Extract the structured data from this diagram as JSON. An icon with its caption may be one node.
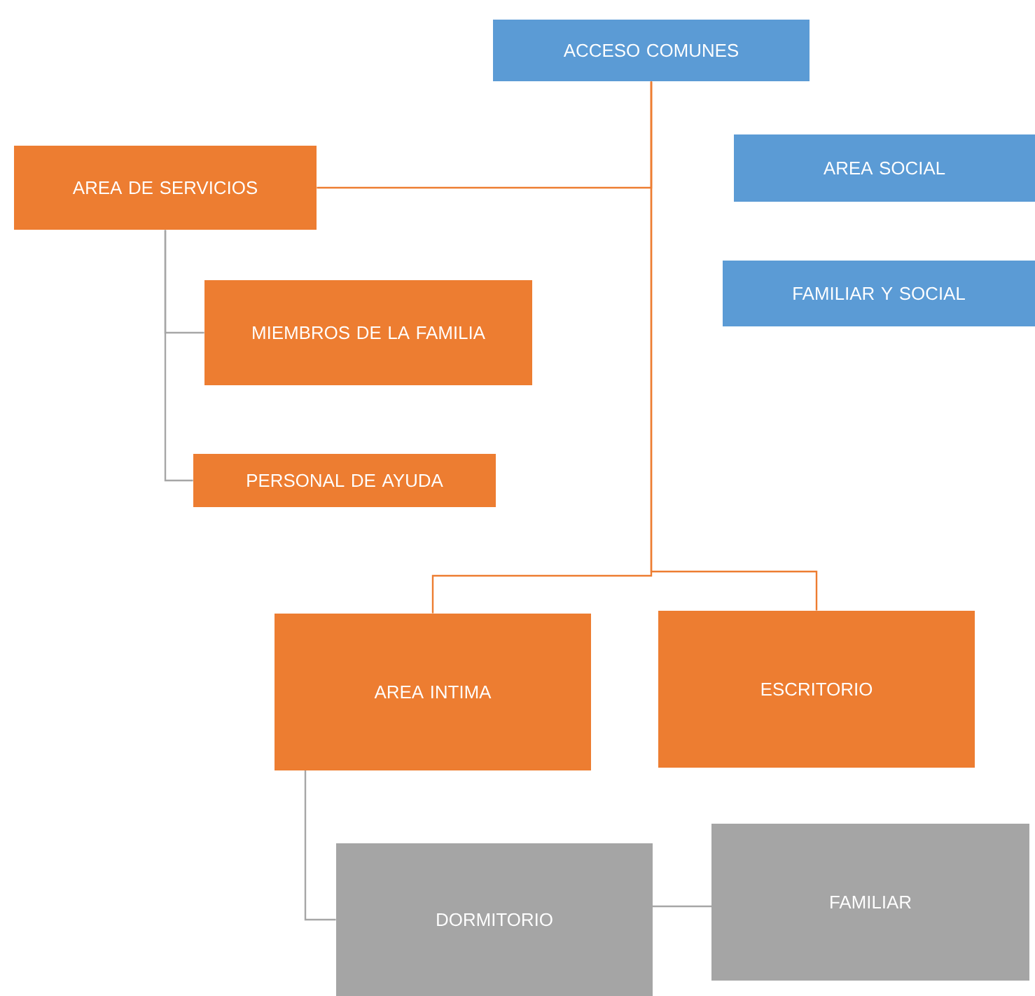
{
  "diagram": {
    "nodes": [
      {
        "text": [
          "ACCESO COMUNES"
        ]
      },
      {
        "text": [
          "AREA DE SERVICIOS"
        ]
      },
      {
        "text": [
          "AREA  SOCIAL"
        ]
      },
      {
        "text": [
          "MIEMBROS DE LA FAMILIA"
        ]
      },
      {
        "text": [
          "PERSONAL DE AYUDA"
        ]
      },
      {
        "text": [
          "FAMILIAR Y SOCIAL"
        ]
      },
      {
        "text": [
          "AREA INTIMA"
        ]
      },
      {
        "text": [
          "ESCRITORIO"
        ]
      },
      {
        "text": [
          "DORMITORIO"
        ]
      },
      {
        "text": [
          "FAMILIAR"
        ]
      }
    ],
    "edges": [
      {
        "from": 0,
        "to": 1,
        "arrow": "none",
        "color": "#ed7d31"
      },
      {
        "from": 0,
        "to": 6,
        "arrow": "none",
        "color": "#ed7d31"
      },
      {
        "from": 0,
        "to": 7,
        "arrow": "none",
        "color": "#ed7d31"
      },
      {
        "from": 1,
        "to": 3,
        "arrow": "none"
      },
      {
        "from": 1,
        "to": 4,
        "arrow": "none"
      },
      {
        "from": 6,
        "to": 8,
        "arrow": "none"
      },
      {
        "from": 8,
        "to": 9,
        "arrow": "none"
      }
    ]
  }
}
